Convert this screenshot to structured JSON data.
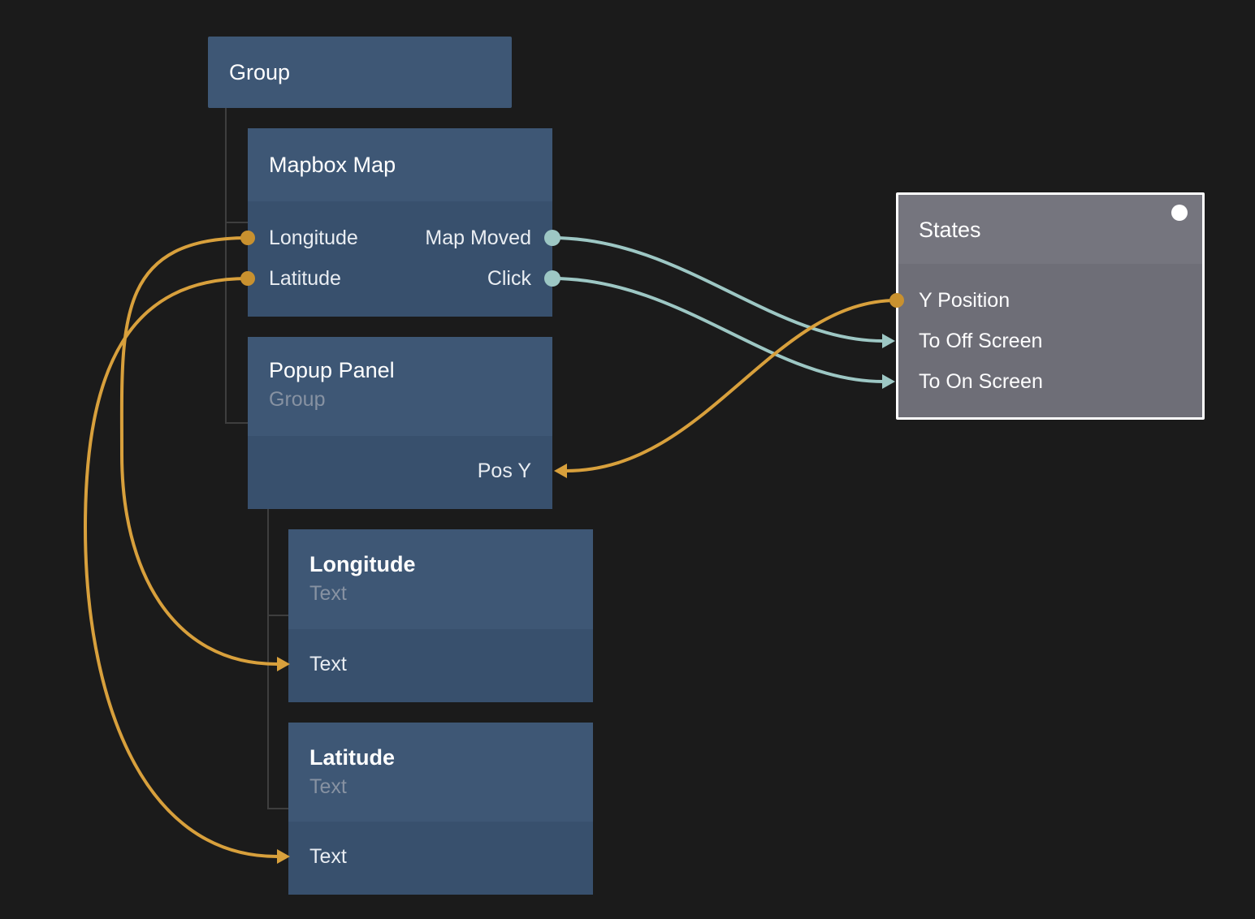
{
  "canvas": {
    "background": "#1b1b1b"
  },
  "colors": {
    "node_header_blue": "#3e5775",
    "node_body_blue": "#38506d",
    "node_header_gray": "#75757e",
    "node_body_gray": "#6e6e77",
    "selection_border": "#ffffff",
    "wire_orange": "#d8a03c",
    "port_dot_orange": "#c8912f",
    "wire_teal": "#9dc7c4",
    "subtitle_gray": "#8792a2",
    "tree_line": "#3e3e3e"
  },
  "nodes": {
    "group": {
      "title": "Group"
    },
    "mapbox": {
      "title": "Mapbox Map",
      "inputs": [
        "Longitude",
        "Latitude"
      ],
      "outputs": [
        "Map Moved",
        "Click"
      ]
    },
    "popup_panel": {
      "title": "Popup Panel",
      "subtitle": "Group",
      "inputs": [
        "Pos Y"
      ]
    },
    "longitude_text": {
      "title": "Longitude",
      "subtitle": "Text",
      "inputs": [
        "Text"
      ]
    },
    "latitude_text": {
      "title": "Latitude",
      "subtitle": "Text",
      "inputs": [
        "Text"
      ]
    },
    "states": {
      "title": "States",
      "selected": true,
      "ports": [
        "Y Position",
        "To Off Screen",
        "To On Screen"
      ]
    }
  },
  "connections": [
    {
      "from": "Mapbox Map / Map Moved",
      "to": "States / To Off Screen",
      "color": "teal"
    },
    {
      "from": "Mapbox Map / Click",
      "to": "States / To On Screen",
      "color": "teal"
    },
    {
      "from": "States / Y Position",
      "to": "Popup Panel / Pos Y",
      "color": "orange"
    },
    {
      "from": "Mapbox Map / Longitude",
      "to": "Longitude / Text",
      "color": "orange"
    },
    {
      "from": "Mapbox Map / Latitude",
      "to": "Latitude / Text",
      "color": "orange"
    }
  ]
}
